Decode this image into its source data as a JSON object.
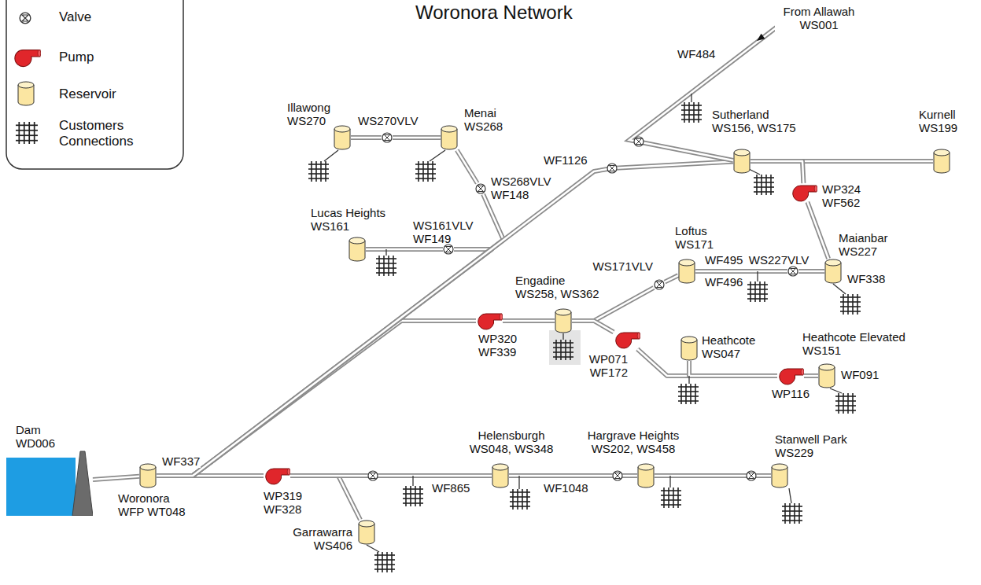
{
  "diagram": {
    "title": "Woronora Network",
    "nodes": [
      {
        "text": [
          "Dam",
          "WD006"
        ]
      },
      {
        "text": [
          "Woronora",
          "WFP WT048"
        ]
      },
      {
        "text": [
          "WP319",
          "WF328"
        ]
      },
      {
        "text": [
          "Garrawarra",
          "WS406"
        ]
      },
      {
        "text": [
          "Helensburgh",
          "WS048, WS348"
        ]
      },
      {
        "text": [
          "Hargrave Heights",
          "WS202, WS458"
        ]
      },
      {
        "text": [
          "Stanwell Park",
          "WS229"
        ]
      },
      {
        "text": [
          "WP320",
          "WF339"
        ]
      },
      {
        "text": [
          "Engadine",
          "WS258, WS362"
        ]
      },
      {
        "text": [
          "WP071",
          "WF172"
        ]
      },
      {
        "text": [
          "Heathcote",
          "WS047"
        ]
      },
      {
        "text": [
          "WP116"
        ]
      },
      {
        "text": [
          "Heathcote Elevated",
          "WS151"
        ]
      },
      {
        "text": [
          "WS171VLV"
        ]
      },
      {
        "text": [
          "Loftus",
          "WS171"
        ]
      },
      {
        "text": [
          "WS227VLV"
        ]
      },
      {
        "text": [
          "Maianbar",
          "WS227"
        ]
      },
      {
        "text": [
          "Lucas Heights",
          "WS161"
        ]
      },
      {
        "text": [
          "WS161VLV",
          "WF149"
        ]
      },
      {
        "text": [
          "Menai",
          "WS268"
        ]
      },
      {
        "text": [
          "WS268VLV",
          "WF148"
        ]
      },
      {
        "text": [
          "Illawong",
          "WS270"
        ]
      },
      {
        "text": [
          "WS270VLV"
        ]
      },
      {
        "text": [
          "Sutherland",
          "WS156, WS175"
        ]
      },
      {
        "text": [
          "Kurnell",
          "WS199"
        ]
      },
      {
        "text": [
          "WP324",
          "WF562"
        ]
      }
    ],
    "edges": [
      {
        "from": 0,
        "to": 1,
        "arrow": "none"
      },
      {
        "from": 1,
        "to": 2,
        "arrow": "none"
      },
      {
        "from": 2,
        "to": 3,
        "arrow": "none"
      },
      {
        "from": 2,
        "to": 4,
        "arrow": "none"
      },
      {
        "from": 4,
        "to": 5,
        "arrow": "none"
      },
      {
        "from": 5,
        "to": 6,
        "arrow": "none"
      },
      {
        "from": 1,
        "to": 7,
        "arrow": "none"
      },
      {
        "from": 7,
        "to": 8,
        "arrow": "none"
      },
      {
        "from": 8,
        "to": 13,
        "arrow": "none"
      },
      {
        "from": 13,
        "to": 14,
        "arrow": "none"
      },
      {
        "from": 14,
        "to": 15,
        "arrow": "none"
      },
      {
        "from": 15,
        "to": 16,
        "arrow": "none"
      },
      {
        "from": 8,
        "to": 9,
        "arrow": "none"
      },
      {
        "from": 9,
        "to": 10,
        "arrow": "none"
      },
      {
        "from": 10,
        "to": 11,
        "arrow": "none"
      },
      {
        "from": 11,
        "to": 12,
        "arrow": "none"
      },
      {
        "from": 1,
        "to": 18,
        "arrow": "none"
      },
      {
        "from": 18,
        "to": 17,
        "arrow": "none"
      },
      {
        "from": 1,
        "to": 20,
        "arrow": "none"
      },
      {
        "from": 20,
        "to": 19,
        "arrow": "none"
      },
      {
        "from": 19,
        "to": 22,
        "arrow": "none"
      },
      {
        "from": 22,
        "to": 21,
        "arrow": "none"
      },
      {
        "from": 1,
        "to": 23,
        "arrow": "none"
      },
      {
        "from": 23,
        "to": 24,
        "arrow": "none"
      },
      {
        "from": 23,
        "to": 25,
        "arrow": "none"
      },
      {
        "from": 25,
        "to": 16,
        "arrow": "none"
      }
    ],
    "labels": [
      "WF337",
      "WF1126",
      "WF484",
      "From Allawah WS001",
      "WF865",
      "WF1048",
      "WF495",
      "WF496",
      "WF338",
      "WF091"
    ],
    "legend": [
      {
        "text": "Valve"
      },
      {
        "text": "Pump"
      },
      {
        "text": "Reservoir"
      },
      {
        "text": "Customers Connections"
      }
    ]
  }
}
